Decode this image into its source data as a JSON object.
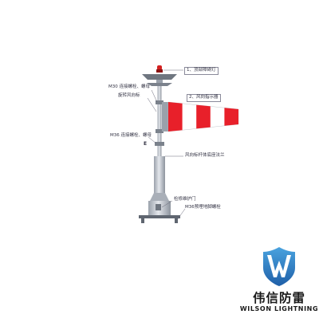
{
  "diagram": {
    "callouts": {
      "top_light": "1、顶部障碍灯",
      "m30_nut": "M30 连接螺栓、螺母",
      "rotating_ring": "旋转风向标",
      "windsock": "2、风向指示器",
      "m36_nut": "M36 连接螺栓、螺母",
      "marker_e": "E",
      "pole_note": "风向标杆体底座法兰",
      "access_door": "检修维护门",
      "anchor_bolt": "M36预埋地脚螺栓"
    }
  },
  "brand": {
    "logo_letter": "W",
    "name_cn": "伟信防雷",
    "name_en": "WILSON LIGHTNING",
    "colors": {
      "shield_blue": "#1f6fb8",
      "shield_light": "#4aa3df",
      "text": "#1a1a1a"
    }
  },
  "colors": {
    "sock_red": "#e8202a",
    "sock_white": "#ffffff",
    "pole_gray": "#c9ced6",
    "light_red": "#d42020"
  }
}
